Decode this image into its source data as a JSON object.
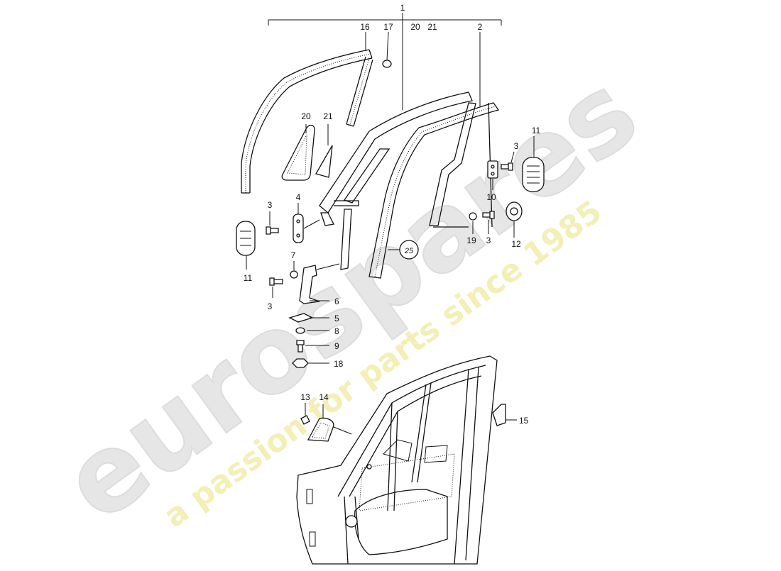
{
  "watermark": {
    "logo": "eurospares",
    "tagline": "a passion for parts since 1985"
  },
  "callouts": {
    "c1": "1",
    "c2": "2",
    "c16": "16",
    "c17": "17",
    "c20top": "20",
    "c21top": "21",
    "c20": "20",
    "c21": "21",
    "c3a": "3",
    "c11a": "11",
    "c10": "10",
    "c19": "19",
    "c3b": "3",
    "c12": "12",
    "c3c": "3",
    "c4": "4",
    "c11b": "11",
    "c7": "7",
    "c3d": "3",
    "c6": "6",
    "c5": "5",
    "c8": "8",
    "c9": "9",
    "c18": "18",
    "c13": "13",
    "c14": "14",
    "c15": "15",
    "ref": "25"
  }
}
